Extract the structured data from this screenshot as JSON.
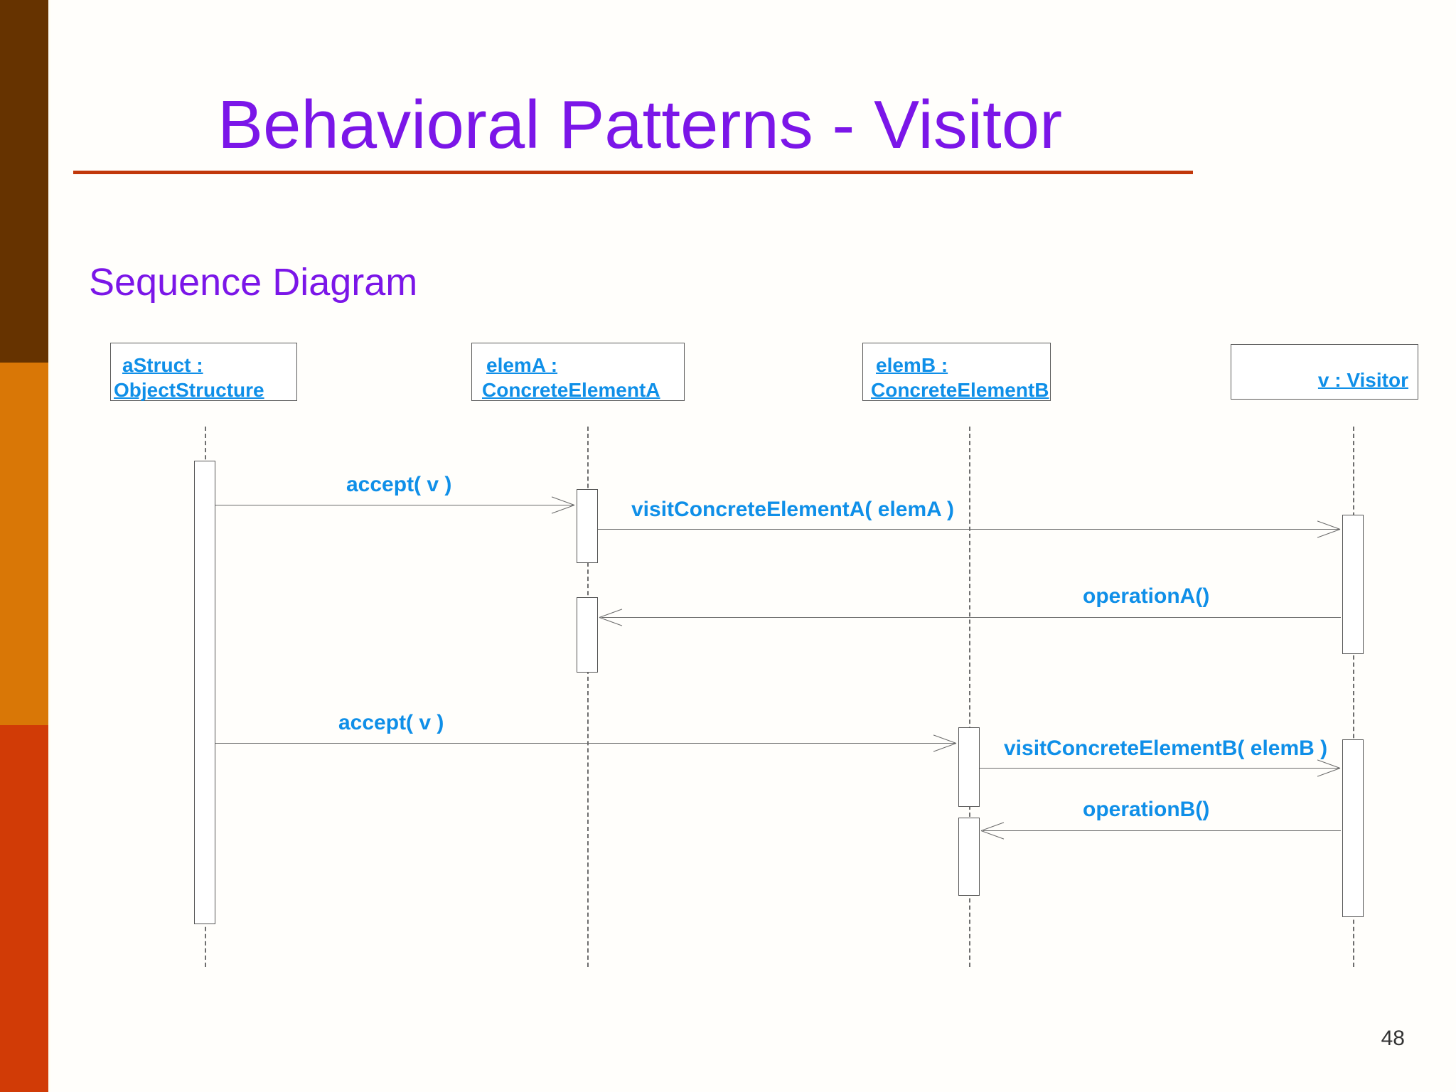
{
  "slide": {
    "title": "Behavioral Patterns - Visitor",
    "subtitle": "Sequence Diagram",
    "page_number": "48",
    "colors": {
      "title_purple": "#7b16e8",
      "rule_red": "#c1380a",
      "diagram_blue": "#0f8fe8",
      "band_dark": "#663300",
      "band_mid": "#d97706",
      "band_light": "#d13b06"
    }
  },
  "diagram": {
    "type": "uml-sequence",
    "participants": [
      {
        "id": "astruct",
        "line1": "aStruct :",
        "line2": "ObjectStructure",
        "display": "aStruct : ObjectStructure"
      },
      {
        "id": "elema",
        "line1": "elemA :",
        "line2": "ConcreteElementA",
        "display": "elemA : ConcreteElementA"
      },
      {
        "id": "elemb",
        "line1": "elemB :",
        "line2": "ConcreteElementB",
        "display": "elemB : ConcreteElementB"
      },
      {
        "id": "visitor",
        "line1": "v : Visitor",
        "line2": "",
        "display": "v : Visitor"
      }
    ],
    "messages": [
      {
        "seq": 1,
        "label": "accept( v )",
        "from": "astruct",
        "to": "elema",
        "kind": "call"
      },
      {
        "seq": 2,
        "label": "visitConcreteElementA( elemA )",
        "from": "elema",
        "to": "visitor",
        "kind": "call"
      },
      {
        "seq": 3,
        "label": "operationA()",
        "from": "visitor",
        "to": "elema",
        "kind": "return"
      },
      {
        "seq": 4,
        "label": "accept( v )",
        "from": "astruct",
        "to": "elemb",
        "kind": "call"
      },
      {
        "seq": 5,
        "label": "visitConcreteElementB( elemB )",
        "from": "elemb",
        "to": "visitor",
        "kind": "call"
      },
      {
        "seq": 6,
        "label": "operationB()",
        "from": "visitor",
        "to": "elemb",
        "kind": "return"
      }
    ]
  }
}
